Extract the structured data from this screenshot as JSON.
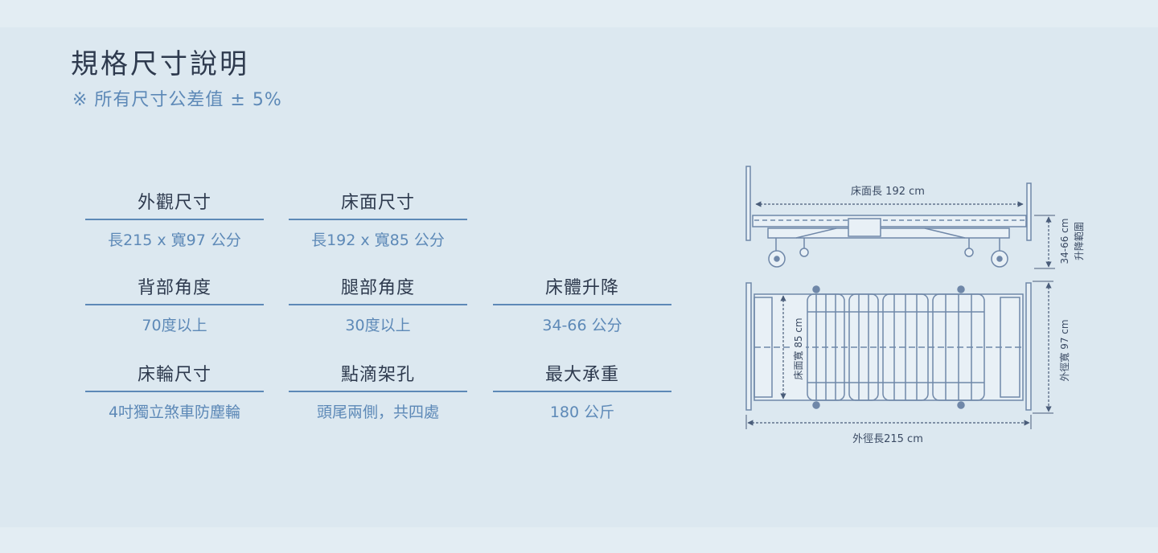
{
  "header": {
    "title": "規格尺寸說明",
    "subtitle": "※ 所有尺寸公差值 ± 5%"
  },
  "specs": [
    {
      "label": "外觀尺寸",
      "value": "長215 x 寬97 公分"
    },
    {
      "label": "床面尺寸",
      "value": "長192 x 寬85 公分"
    },
    {
      "label": "背部角度",
      "value": "70度以上"
    },
    {
      "label": "腿部角度",
      "value": "30度以上"
    },
    {
      "label": "床體升降",
      "value": "34-66 公分"
    },
    {
      "label": "床輪尺寸",
      "value": "4吋獨立煞車防塵輪"
    },
    {
      "label": "點滴架孔",
      "value": "頭尾兩側，共四處"
    },
    {
      "label": "最大承重",
      "value": "180 公斤"
    }
  ],
  "diagram": {
    "surface_length": "床面長 192 cm",
    "height_range": "34-66 cm",
    "height_label": "升降範圍",
    "surface_width": "床面寬 85 cm",
    "outer_width": "外徑寬 97 cm",
    "outer_length": "外徑長215 cm"
  },
  "colors": {
    "background": "#dce8f0",
    "accent": "#5d89b7",
    "text": "#2e3a4e",
    "line": "#6f87a8"
  }
}
